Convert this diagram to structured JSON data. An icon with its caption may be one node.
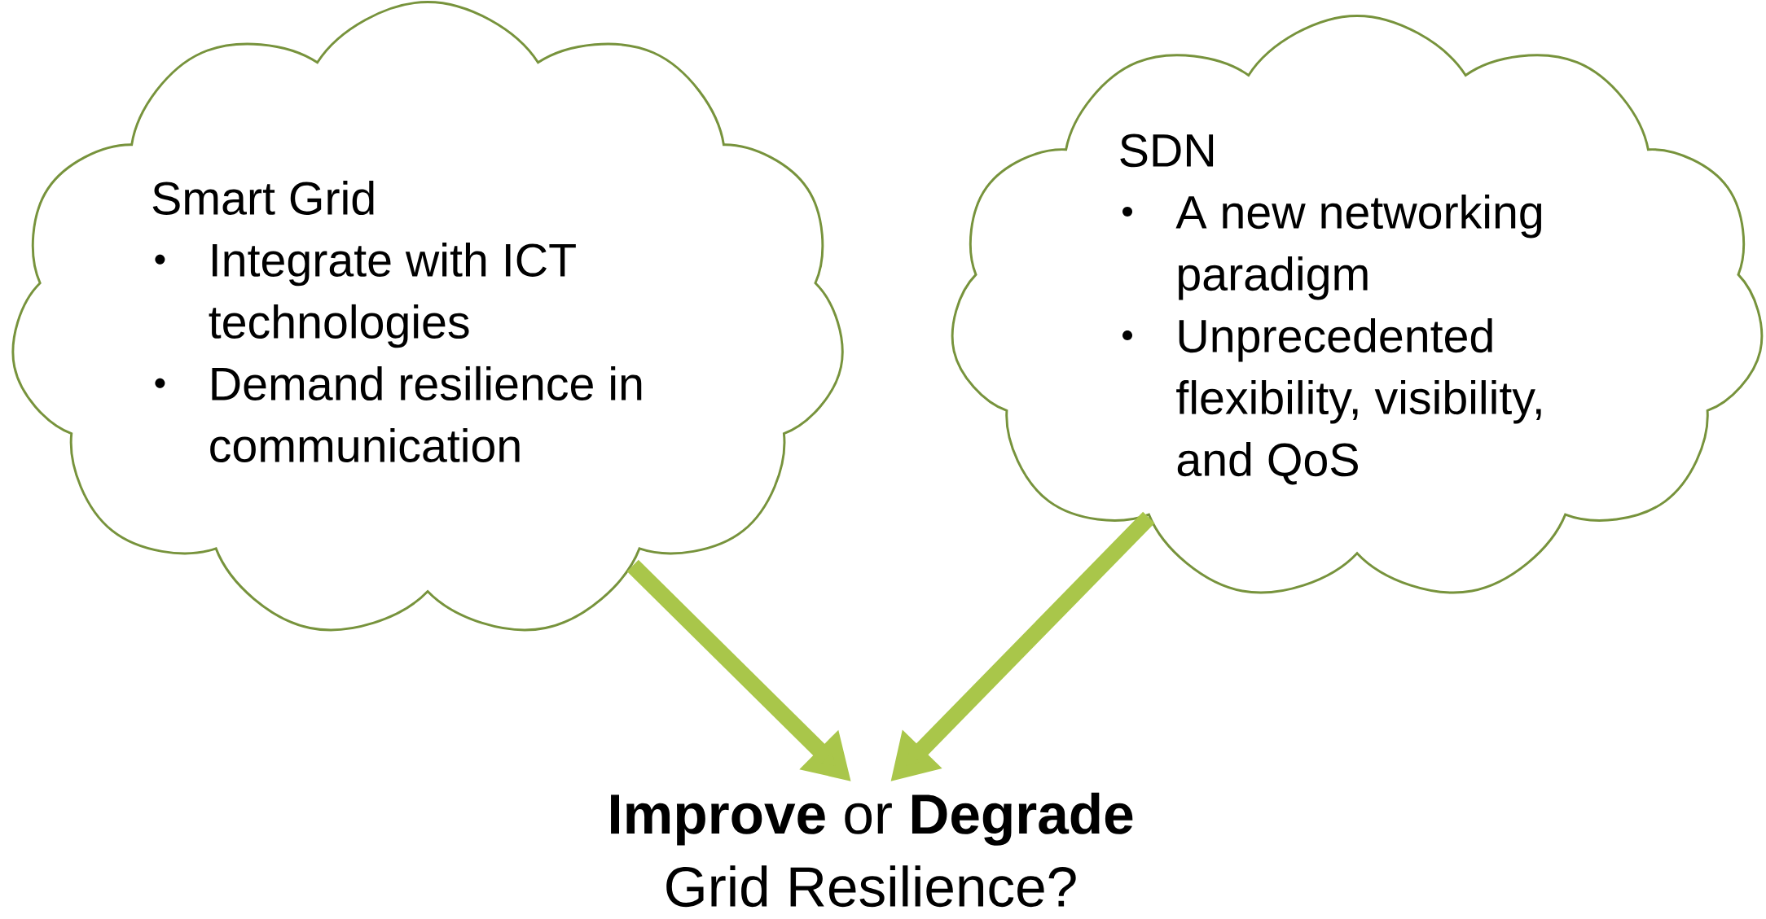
{
  "diagram": {
    "nodes": [
      {
        "text": [
          "Smart Grid",
          "Integrate with ICT technologies",
          "Demand resilience in communication"
        ]
      },
      {
        "text": [
          "SDN",
          "A new networking paradigm",
          "Unprecedented flexibility, visibility, and QoS"
        ]
      },
      {
        "text": [
          "**Improve** or **Degrade** Grid Resilience?"
        ]
      }
    ],
    "edges": [
      {
        "from": 0,
        "to": 2,
        "arrow": "to"
      },
      {
        "from": 1,
        "to": 2,
        "arrow": "to"
      }
    ]
  }
}
